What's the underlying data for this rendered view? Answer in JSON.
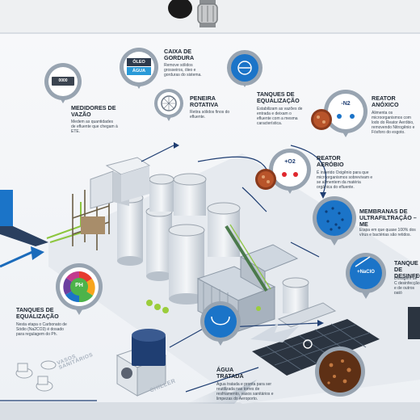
{
  "labels": {
    "caixa_gordura": {
      "title": "CAIXA DE GORDURA",
      "text": "Remove sólidos grosseiros, óleo e gorduras do sistema.",
      "icon_top": "ÓLEO",
      "icon_bottom": "ÁGUA"
    },
    "peneira": {
      "title": "PENEIRA ROTATIVA",
      "text": "Retira sólidos finos do efluente."
    },
    "tanques_eq_top": {
      "title": "TANQUES DE EQUALIZAÇÃO",
      "text": "Estabilizam as vazões de entrada e deixam o efluente com a mesma característica."
    },
    "reator_anoxico": {
      "title": "REATOR ANÓXICO",
      "text": "Alimenta os microorganismos com lodo do Reator Aeróbio, removendo Nitrogênio e Fósforo do esgoto.",
      "icon": "-N2"
    },
    "medidores": {
      "title": "MEDIDORES DE VAZÃO",
      "text": "Medem as quantidades de efluente que chegam à ETE.",
      "display": "0000"
    },
    "reator_aerobio": {
      "title": "REATOR AERÓBIO",
      "text": "É inserido Oxigênio para que microorganismos sobrevivam e se alimentem da matéria orgânica do efluente.",
      "icon": "+O2"
    },
    "membranas": {
      "title": "MEMBRANAS DE ULTRAFILTRAÇÃO – ME",
      "text": "Etapa em que quase 100% dos vírus e bactérias são retidos."
    },
    "tanque_desinf": {
      "title": "TANQUE DE DESINFEC",
      "text": "Dosagem de C desinfecção e de outros pató",
      "icon": "+NaClO"
    },
    "tanques_eq_bottom": {
      "title": "TANQUES DE EQUALIZAÇÃO",
      "text": "Nesta etapa o Carbonato de Sódio (Na2CO3) é dosado para regulagem do Ph.",
      "icon": "PH"
    },
    "agua_tratada": {
      "title": "ÁGUA TRATADA",
      "text": "Água tratada e pronta para ser reutilizada nas torres de resfriamento, vasos sanitários e limpezas do Aeroporto."
    },
    "vasos": {
      "text": "VASOS SANITÁRIOS"
    },
    "chiller": {
      "text": "CHILLER"
    }
  },
  "colors": {
    "accent": "#1b74c8",
    "pin": "#98a4b1",
    "navy": "#1f3e72",
    "ph_green": "#4db34a"
  }
}
